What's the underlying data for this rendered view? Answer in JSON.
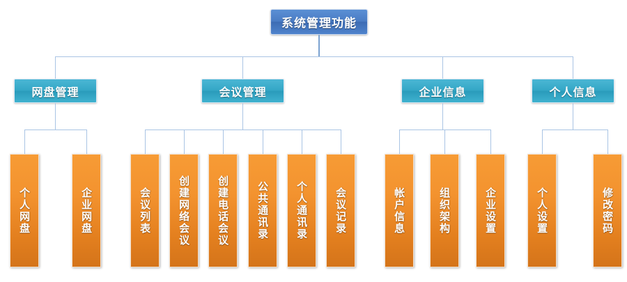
{
  "diagram": {
    "title": "系统管理功能",
    "colors": {
      "root": "#4a7cc4",
      "level2": "#34a7c6",
      "leaf": "#ef8b28",
      "connector": "#a9c4e4"
    },
    "root": {
      "label": "系统管理功能"
    },
    "branches": [
      {
        "label": "网盘管理",
        "children": [
          {
            "label": "个人网盘"
          },
          {
            "label": "企业网盘"
          }
        ]
      },
      {
        "label": "会议管理",
        "children": [
          {
            "label": "会议列表"
          },
          {
            "label": "创建网络会议"
          },
          {
            "label": "创建电话会议"
          },
          {
            "label": "公共通讯录"
          },
          {
            "label": "个人通讯录"
          },
          {
            "label": "会议记录"
          }
        ]
      },
      {
        "label": "企业信息",
        "children": [
          {
            "label": "帐户信息"
          },
          {
            "label": "组织架构"
          },
          {
            "label": "企业设置"
          }
        ]
      },
      {
        "label": "个人信息",
        "children": [
          {
            "label": "个人设置"
          },
          {
            "label": "修改密码"
          }
        ]
      }
    ]
  }
}
